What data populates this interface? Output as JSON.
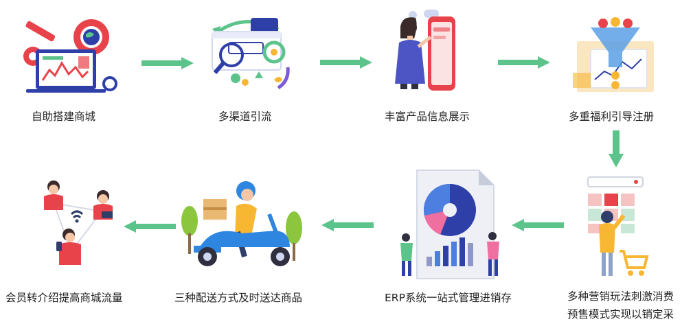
{
  "steps": [
    {
      "label": "自助搭建商城",
      "icon": "website-builder-icon"
    },
    {
      "label": "多渠道引流",
      "icon": "seo-traffic-icon"
    },
    {
      "label": "丰富产品信息展示",
      "icon": "product-display-icon"
    },
    {
      "label": "多重福利引导注册",
      "icon": "funnel-icon"
    },
    {
      "label_lines": [
        "多种营销玩法刺激消费",
        "预售模式实现以销定采"
      ],
      "icon": "shopping-cart-icon"
    },
    {
      "label": "ERP系统一站式管理进销存",
      "icon": "erp-report-icon"
    },
    {
      "label": "三种配送方式及时送达商品",
      "icon": "delivery-scooter-icon"
    },
    {
      "label": "会员转介绍提高商城流量",
      "icon": "member-referral-icon"
    }
  ],
  "colors": {
    "arrow": "#5cc48b",
    "arrow_dark": "#3aa56c",
    "text": "#222222",
    "accent_red": "#e8434a",
    "accent_blue": "#2f3fa8",
    "accent_yellow": "#f7b733"
  }
}
